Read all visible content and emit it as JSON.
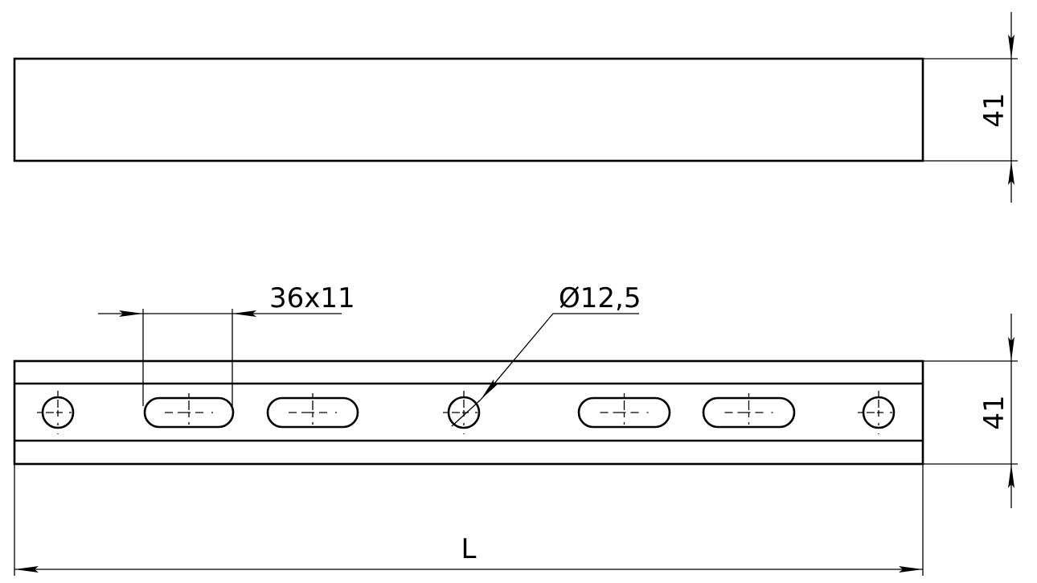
{
  "title": "Perforated channel drawing",
  "views": {
    "side_view": {
      "height_dim": "41"
    },
    "top_view": {
      "slot_dim": "36x11",
      "hole_dim": "Ø12,5",
      "height_dim": "41",
      "length_dim": "L",
      "holes": 3,
      "slots": 4
    }
  },
  "colors": {
    "line": "#000000",
    "background": "#ffffff"
  }
}
